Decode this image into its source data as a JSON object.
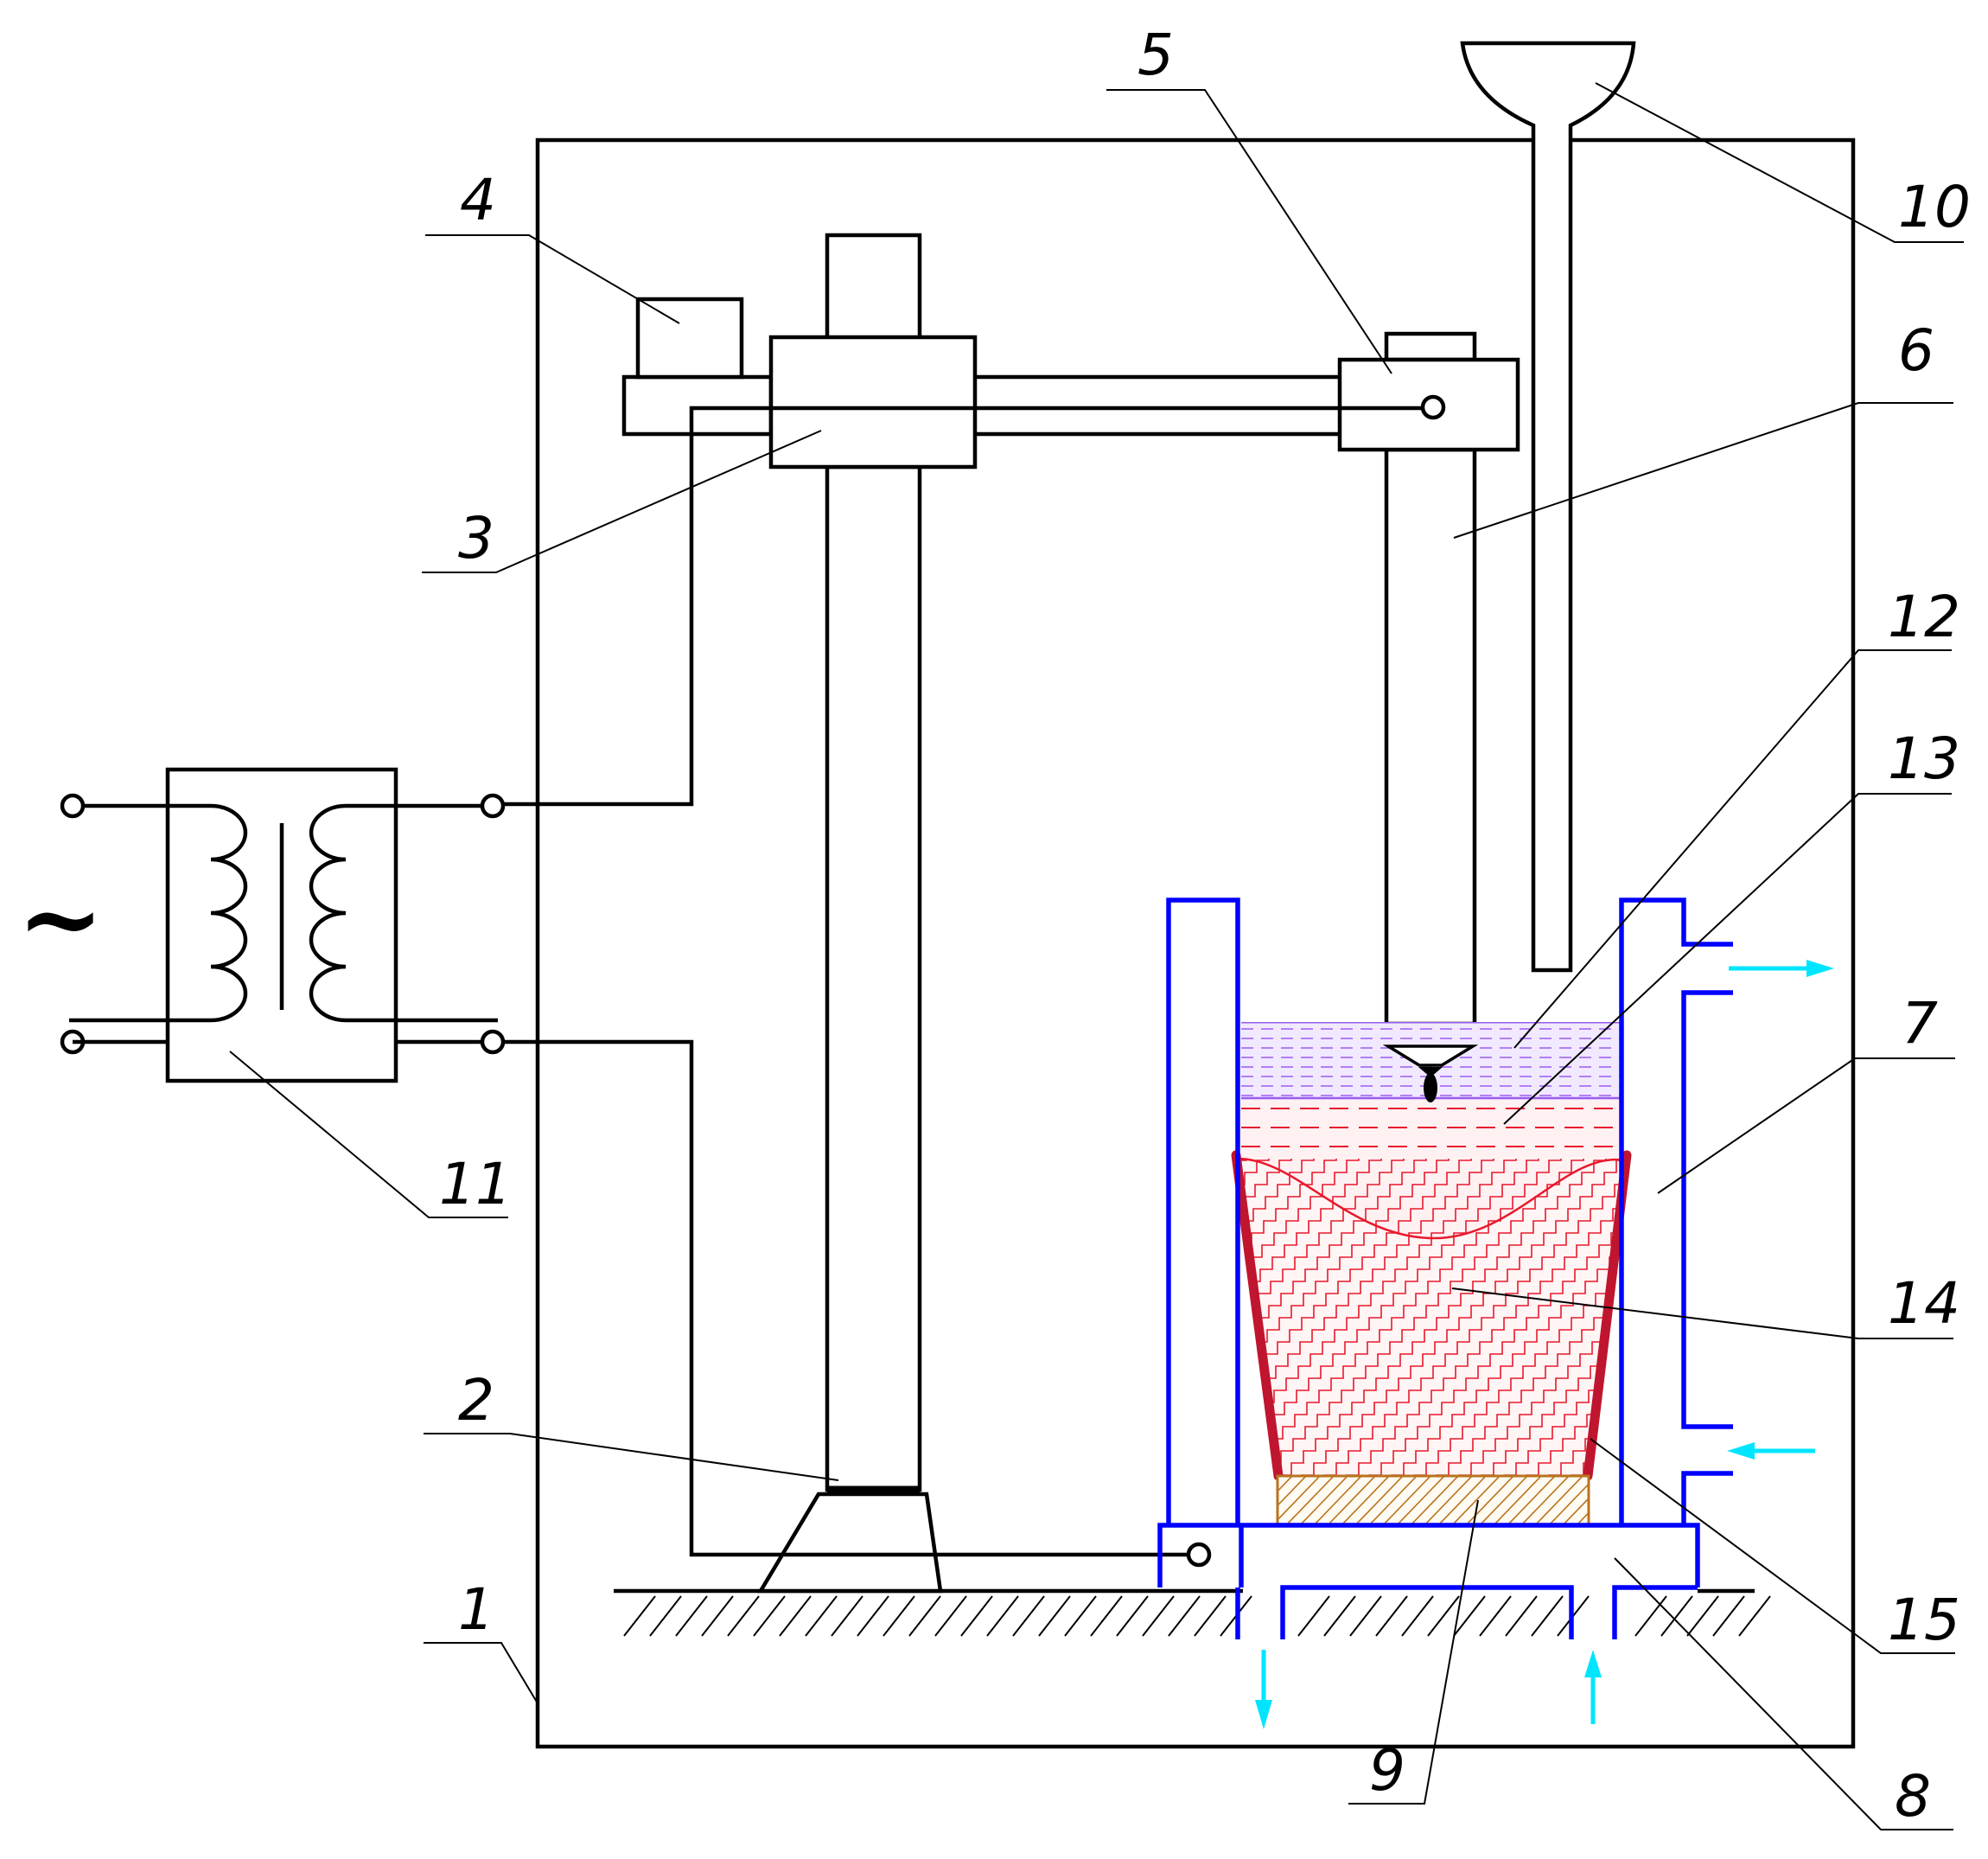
{
  "labels": {
    "l1": "1",
    "l2": "2",
    "l3": "3",
    "l4": "4",
    "l5": "5",
    "l6": "6",
    "l7": "7",
    "l8": "8",
    "l9": "9",
    "l10": "10",
    "l11": "11",
    "l12": "12",
    "l13": "13",
    "l14": "14",
    "l15": "15",
    "ac": "~"
  },
  "colors": {
    "line": "#000000",
    "mould": "#0000ff",
    "water_arrow": "#00e5ff",
    "slag": "#9a5cf0",
    "metal": "#e8192c",
    "crystallizer_wall": "#c0152e",
    "seed_plate": "#b8741e"
  }
}
